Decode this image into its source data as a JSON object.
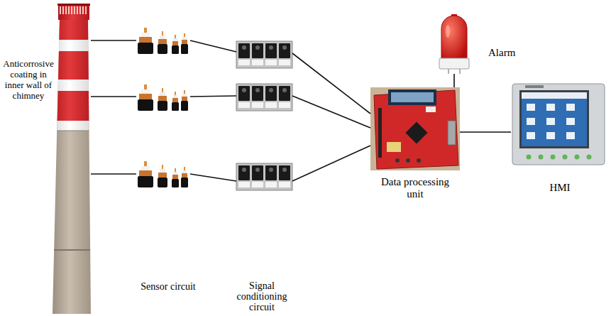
{
  "diagram": {
    "nodes": [
      {
        "text": [
          "Anticorrosive coating in inner wall of chimney"
        ]
      },
      {
        "text": []
      },
      {
        "text": []
      },
      {
        "text": []
      },
      {
        "text": []
      },
      {
        "text": []
      },
      {
        "text": []
      },
      {
        "text": [
          "Alarm"
        ]
      },
      {
        "text": [
          "Data processing unit"
        ]
      },
      {
        "text": [
          "HMI"
        ]
      }
    ],
    "edges": [
      {
        "from": 0,
        "to": 1,
        "arrow": "none"
      },
      {
        "from": 0,
        "to": 2,
        "arrow": "none"
      },
      {
        "from": 0,
        "to": 3,
        "arrow": "none"
      },
      {
        "from": 1,
        "to": 4,
        "arrow": "none"
      },
      {
        "from": 2,
        "to": 5,
        "arrow": "none"
      },
      {
        "from": 3,
        "to": 6,
        "arrow": "none"
      },
      {
        "from": 4,
        "to": 8,
        "arrow": "none"
      },
      {
        "from": 5,
        "to": 8,
        "arrow": "none"
      },
      {
        "from": 6,
        "to": 8,
        "arrow": "none"
      },
      {
        "from": 8,
        "to": 7,
        "arrow": "none"
      },
      {
        "from": 8,
        "to": 9,
        "arrow": "none"
      }
    ],
    "labels": [
      "Sensor circuit",
      "Signal conditioning circuit"
    ]
  }
}
